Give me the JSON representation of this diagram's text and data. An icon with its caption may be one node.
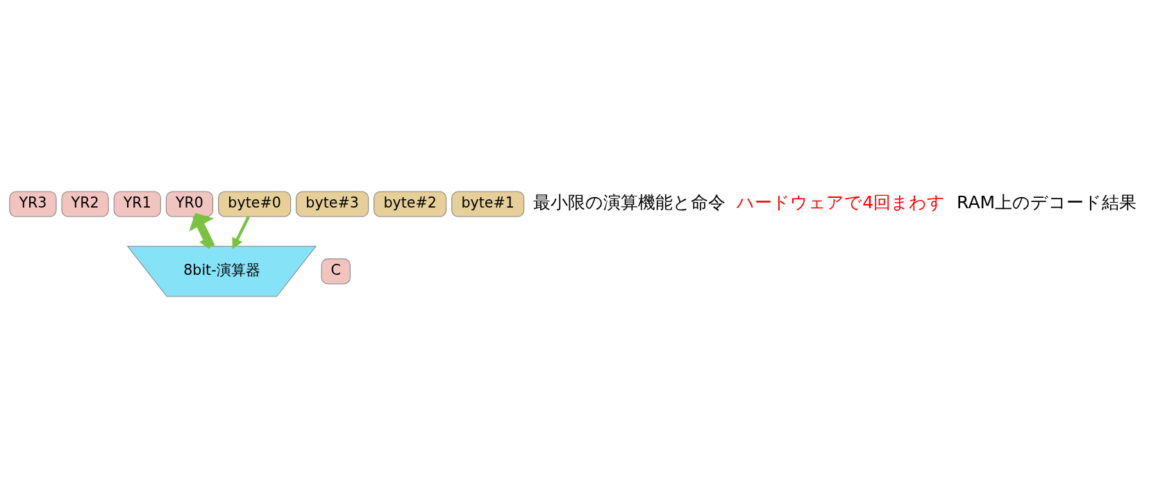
{
  "diagram": {
    "nodes": [
      {
        "text": [
          "YR3"
        ]
      },
      {
        "text": [
          "YR2"
        ]
      },
      {
        "text": [
          "YR1"
        ]
      },
      {
        "text": [
          "YR0"
        ]
      },
      {
        "text": [
          "byte#3"
        ]
      },
      {
        "text": [
          "byte#2"
        ]
      },
      {
        "text": [
          "byte#1"
        ]
      },
      {
        "text": [
          "byte#0"
        ]
      },
      {
        "text": [
          "C"
        ]
      },
      {
        "text": [
          "8bit-演算器"
        ]
      }
    ],
    "edges": [
      {
        "from": 3,
        "to": 9,
        "arrow": "to"
      },
      {
        "from": 7,
        "to": 9,
        "arrow": "to"
      },
      {
        "from": 9,
        "to": 3,
        "arrow": "to",
        "style": "thick"
      }
    ],
    "labels": [
      "最小限の演算機能と命令",
      "ハードウェアで4回まわす",
      "RAM上のデコード結果"
    ]
  }
}
